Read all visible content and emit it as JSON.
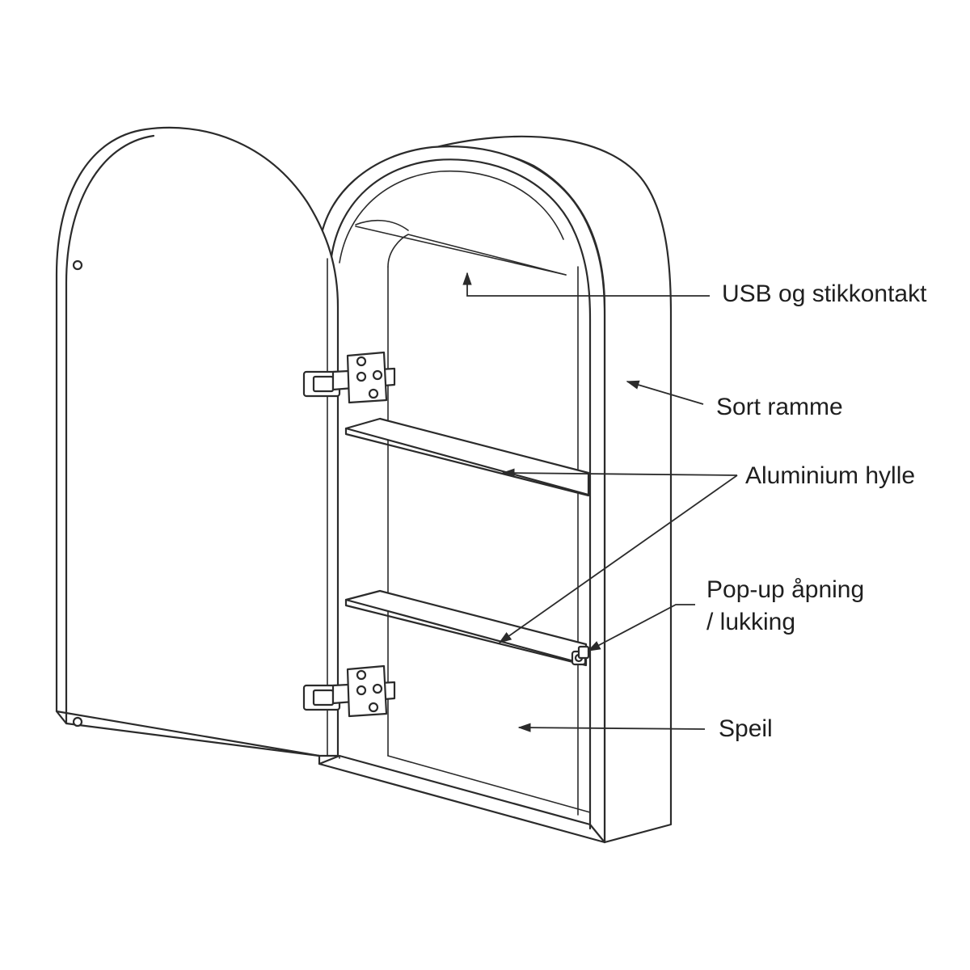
{
  "labels": {
    "usb": "USB og stikkontakt",
    "frame": "Sort ramme",
    "shelf": "Aluminium hylle",
    "popup_line1": "Pop-up åpning",
    "popup_line2": "/ lukking",
    "mirror": "Speil"
  },
  "colors": {
    "line": "#2b2b2b",
    "background": "#ffffff",
    "text": "#1f1f1f"
  }
}
